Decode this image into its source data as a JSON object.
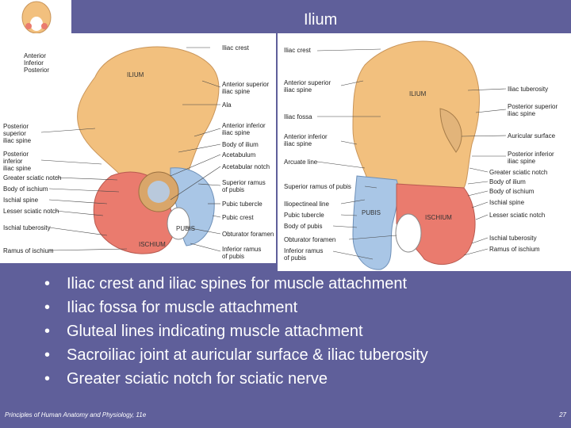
{
  "slide": {
    "title": "Ilium",
    "footer": "Principles of Human Anatomy and Physiology, 11e",
    "page_number": "27",
    "bullets": [
      "Iliac crest and iliac spines for muscle attachment",
      "Iliac fossa for muscle attachment",
      "Gluteal lines indicating muscle attachment",
      "Sacroiliac joint at auricular surface & iliac tuberosity",
      "Greater sciatic notch for sciatic nerve"
    ],
    "bullet_symbol": "•"
  },
  "left_figure": {
    "orientation": [
      "Anterior",
      "Inferior",
      "Posterior"
    ],
    "regions": {
      "ilium": "ILIUM",
      "pubis": "PUBIS",
      "ischium": "ISCHIUM"
    },
    "labels_left": [
      "Posterior\nsuperior\niliac spine",
      "Posterior\ninferior\niliac spine",
      "Greater sciatic notch",
      "Body of ischium",
      "Ischial spine",
      "Lesser sciatic notch",
      "Ischial tuberosity",
      "Ramus of ischium"
    ],
    "labels_right": [
      "Iliac crest",
      "Anterior superior\niliac spine",
      "Ala",
      "Anterior inferior\niliac spine",
      "Body of ilium",
      "Acetabulum",
      "Acetabular notch",
      "Superior ramus\nof pubis",
      "Pubic tubercle",
      "Pubic crest",
      "Obturator foramen",
      "Inferior ramus\nof pubis"
    ]
  },
  "right_figure": {
    "regions": {
      "ilium": "ILIUM",
      "pubis": "PUBIS",
      "ischium": "ISCHIUM"
    },
    "labels_left": [
      "Iliac crest",
      "Anterior superior\niliac spine",
      "Iliac fossa",
      "Anterior inferior\niliac spine",
      "Arcuate line",
      "Superior ramus of pubis",
      "Iliopectineal line",
      "Pubic tubercle",
      "Body of pubis",
      "Obturator foramen",
      "Inferior ramus\nof pubis"
    ],
    "labels_right": [
      "Iliac tuberosity",
      "Posterior superior\niliac spine",
      "Auricular surface",
      "Posterior inferior\niliac spine",
      "Greater sciatic notch",
      "Body of ilium",
      "Body of ischium",
      "Ischial spine",
      "Lesser sciatic notch",
      "Ischial tuberosity",
      "Ramus of ischium"
    ]
  },
  "colors": {
    "background": "#5f5f9a",
    "ilium": "#f2c07e",
    "pubis": "#a9c6e6",
    "ischium": "#ea7b6e"
  }
}
